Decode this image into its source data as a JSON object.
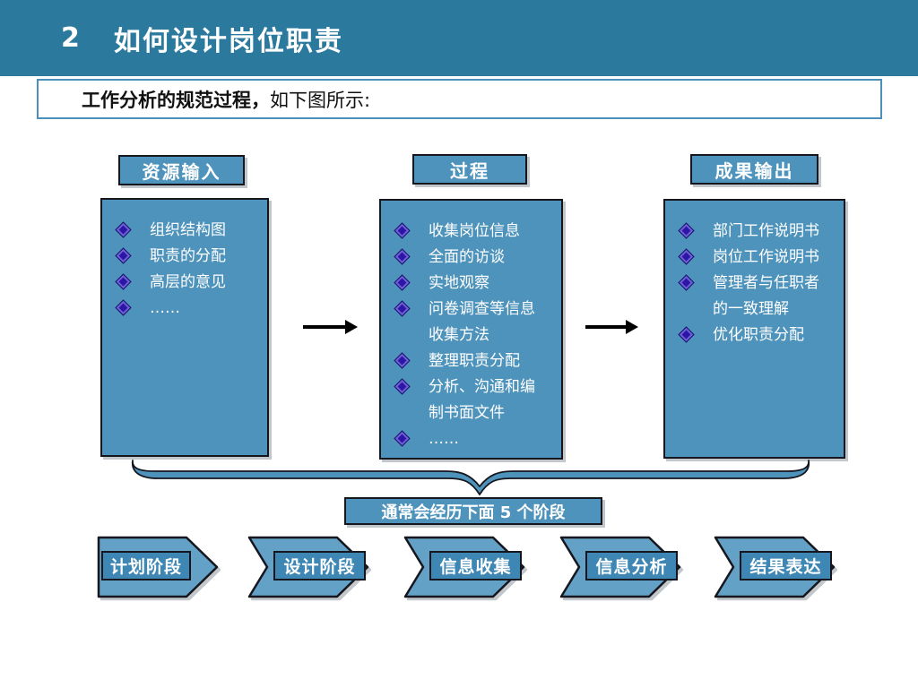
{
  "header": {
    "number": "2",
    "title": "如何设计岗位职责"
  },
  "subtitle": {
    "bold": "工作分析的规范过程，",
    "rest": "如下图所示:"
  },
  "columns": [
    {
      "header": "资源输入",
      "items": [
        "组织结构图",
        "职责的分配",
        "高层的意见",
        "……"
      ]
    },
    {
      "header": "过程",
      "items": [
        "收集岗位信息",
        "全面的访谈",
        "实地观察",
        "问卷调查等信息收集方法",
        "整理职责分配",
        "分析、沟通和编制书面文件",
        "……"
      ]
    },
    {
      "header": "成果输出",
      "items": [
        "部门工作说明书",
        "岗位工作说明书",
        "管理者与任职者的一致理解",
        "优化职责分配"
      ]
    }
  ],
  "brace_label": "通常会经历下面 5 个阶段",
  "stages": [
    "计划阶段",
    "设计阶段",
    "信息收集",
    "信息分析",
    "结果表达"
  ],
  "icons": {
    "bullet": "diamond-bullet-icon",
    "flow_arrow": "right-arrow-icon",
    "brace": "curly-brace-down-icon"
  },
  "colors": {
    "teal": "#2b7a9e",
    "boxblue": "#4e93bb",
    "chevlight": "#63a1c7",
    "stageinner": "#3e87b5",
    "borderdark": "#16161e",
    "subtitleborder": "#4a90ba",
    "bullet": "#2d16a5",
    "bulletrim": "#6e61d6"
  }
}
